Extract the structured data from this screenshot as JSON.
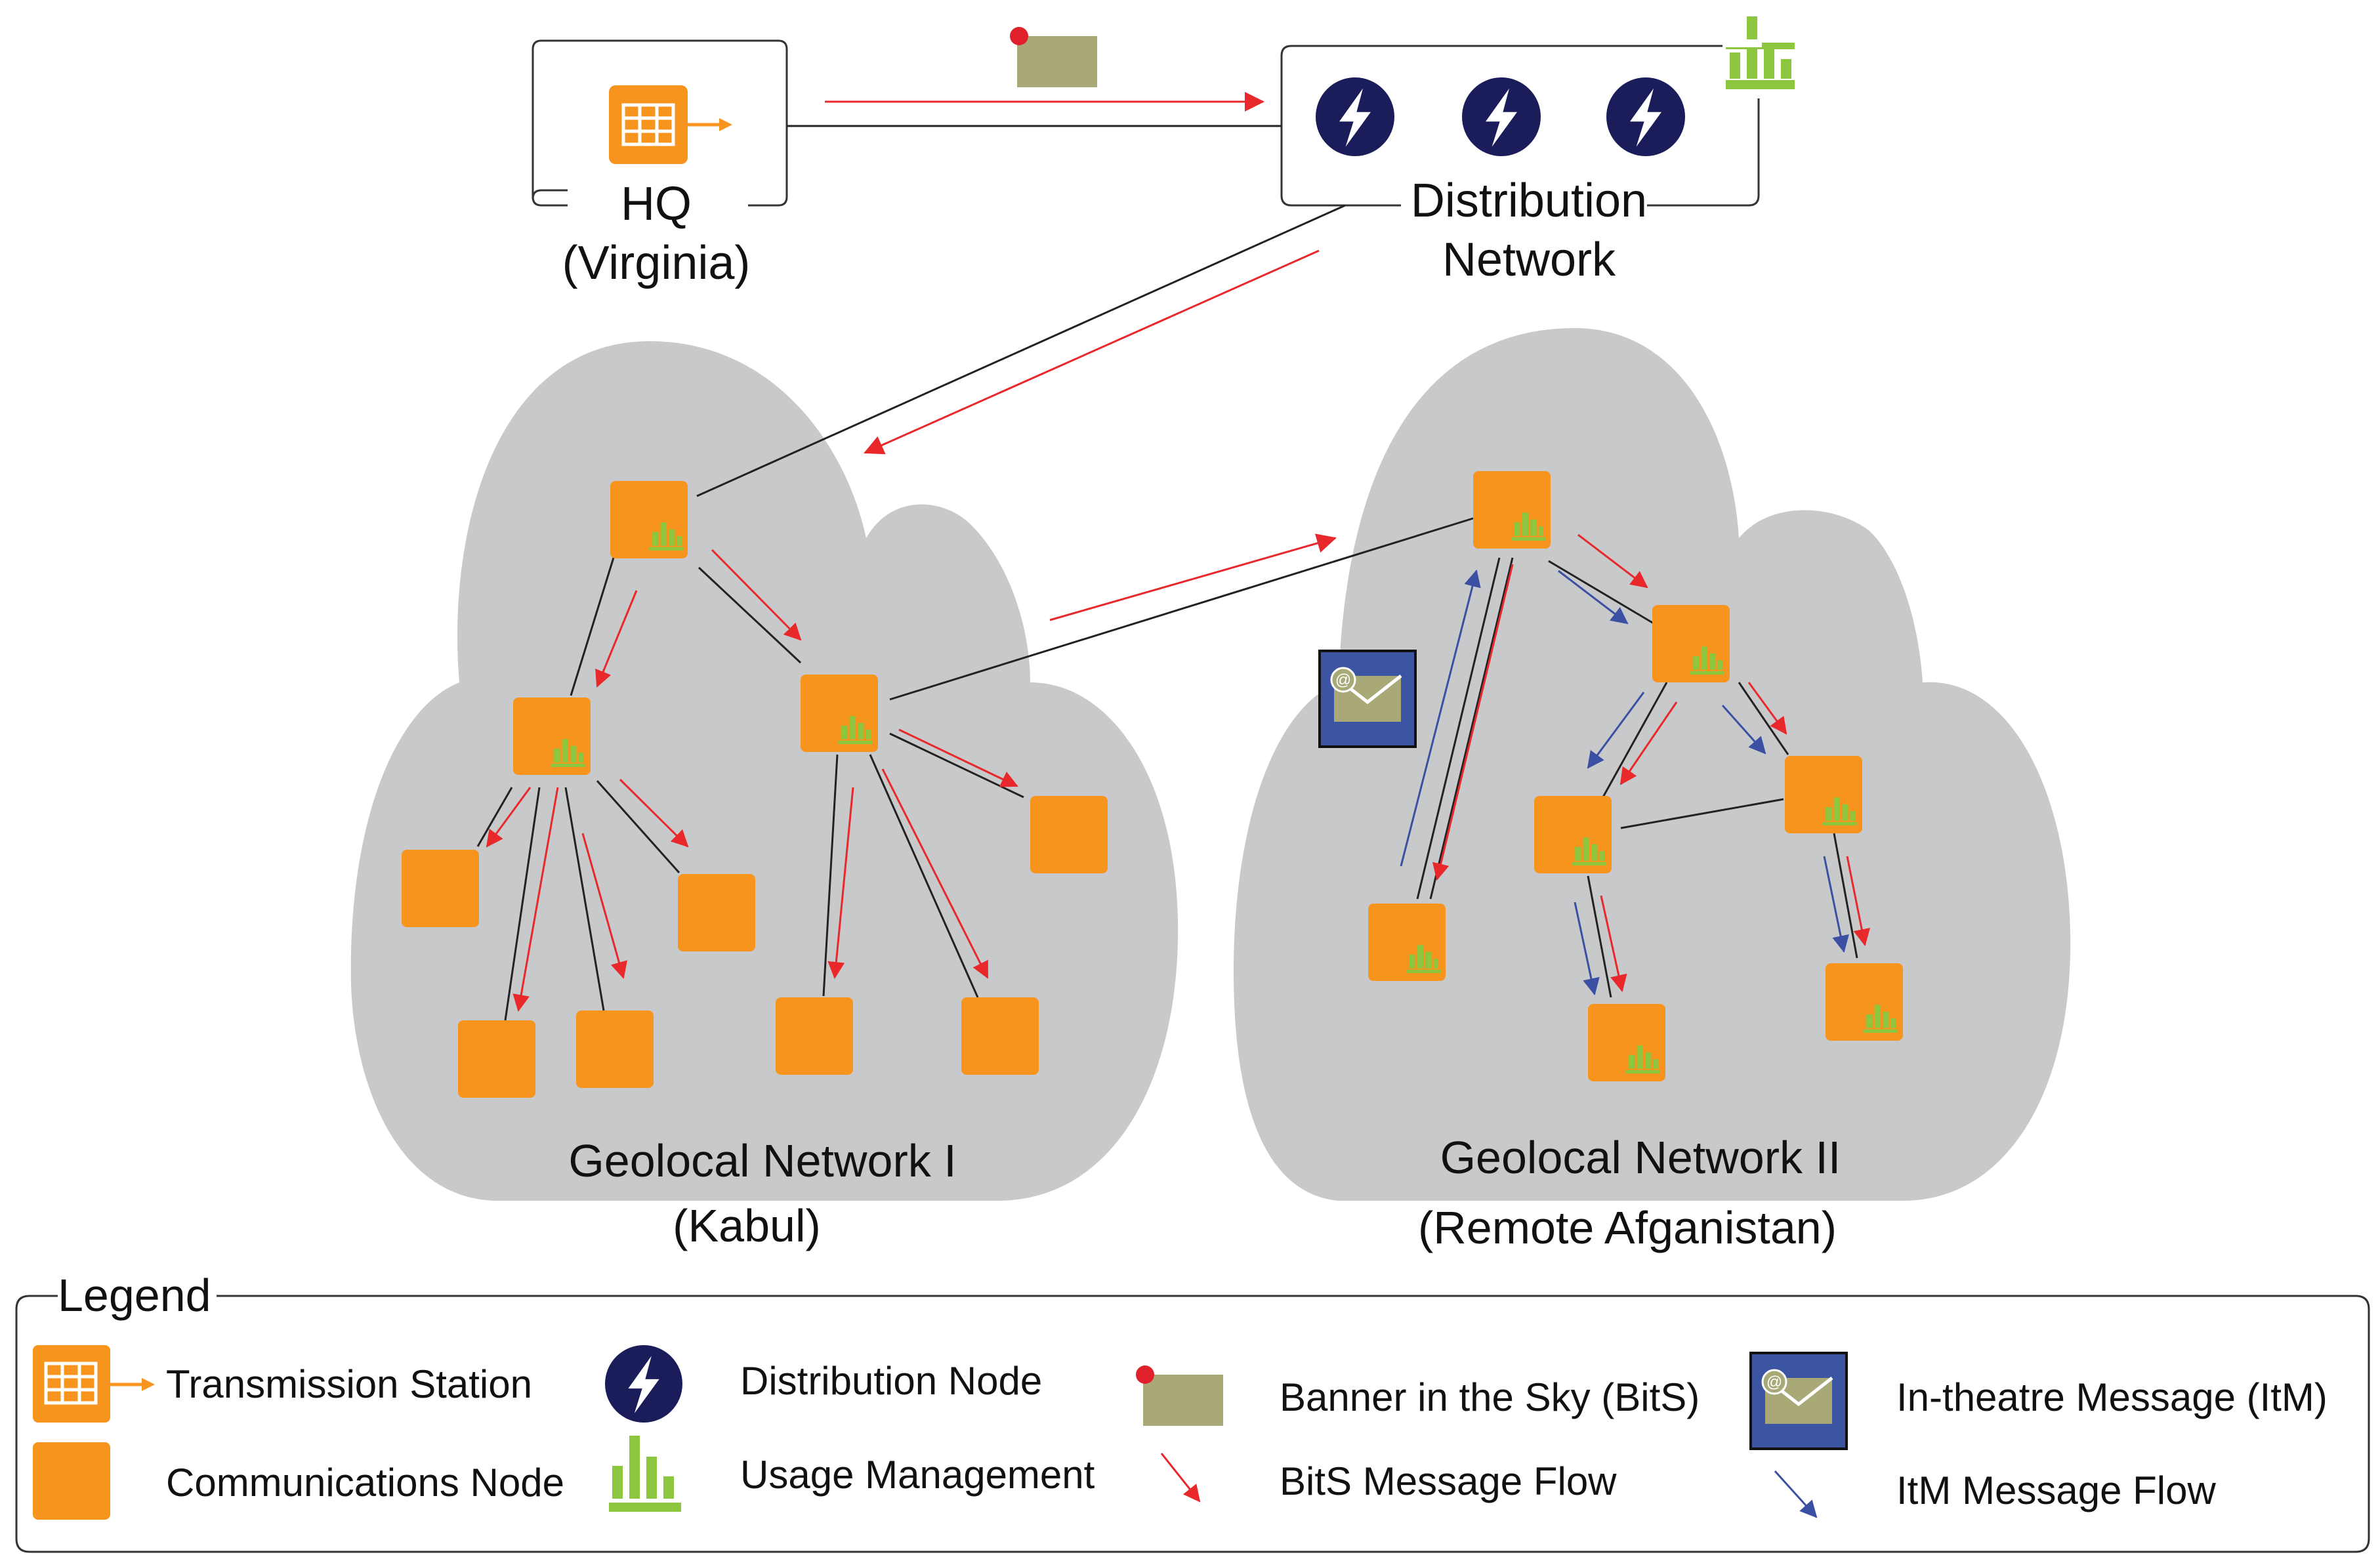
{
  "hq": {
    "line1": "HQ",
    "line2": "(Virginia)"
  },
  "distribution": {
    "line1": "Distribution",
    "line2": "Network"
  },
  "geo1": {
    "line1": "Geolocal Network I",
    "line2": "(Kabul)"
  },
  "geo2": {
    "line1": "Geolocal Network II",
    "line2": "(Remote Afganistan)"
  },
  "legend": {
    "title": "Legend",
    "transmission_station": "Transmission Station",
    "communications_node": "Communications Node",
    "distribution_node": "Distribution Node",
    "usage_management": "Usage Management",
    "banner_in_the_sky": "Banner in the Sky (BitS)",
    "bits_message_flow": "BitS  Message Flow",
    "in_theatre_message": "In-theatre Message (ItM)",
    "itm_message_flow": "ItM Message Flow"
  },
  "colors": {
    "orange": "#F7941D",
    "green": "#8DC63F",
    "navy": "#1B1C5A",
    "cloud": "#C8C9CB",
    "red_flow": "#E8282B",
    "blue_flow": "#3B4FA3",
    "banner": "#A9A978",
    "message_bg": "#3B55A3"
  },
  "icons": {
    "transmission_station": "transmission-station-icon",
    "communications_node": "communications-node-icon",
    "distribution_node": "lightning-bolt-icon",
    "usage_management": "bar-chart-icon",
    "banner_in_the_sky": "banner-icon",
    "in_theatre_message": "envelope-at-icon"
  }
}
